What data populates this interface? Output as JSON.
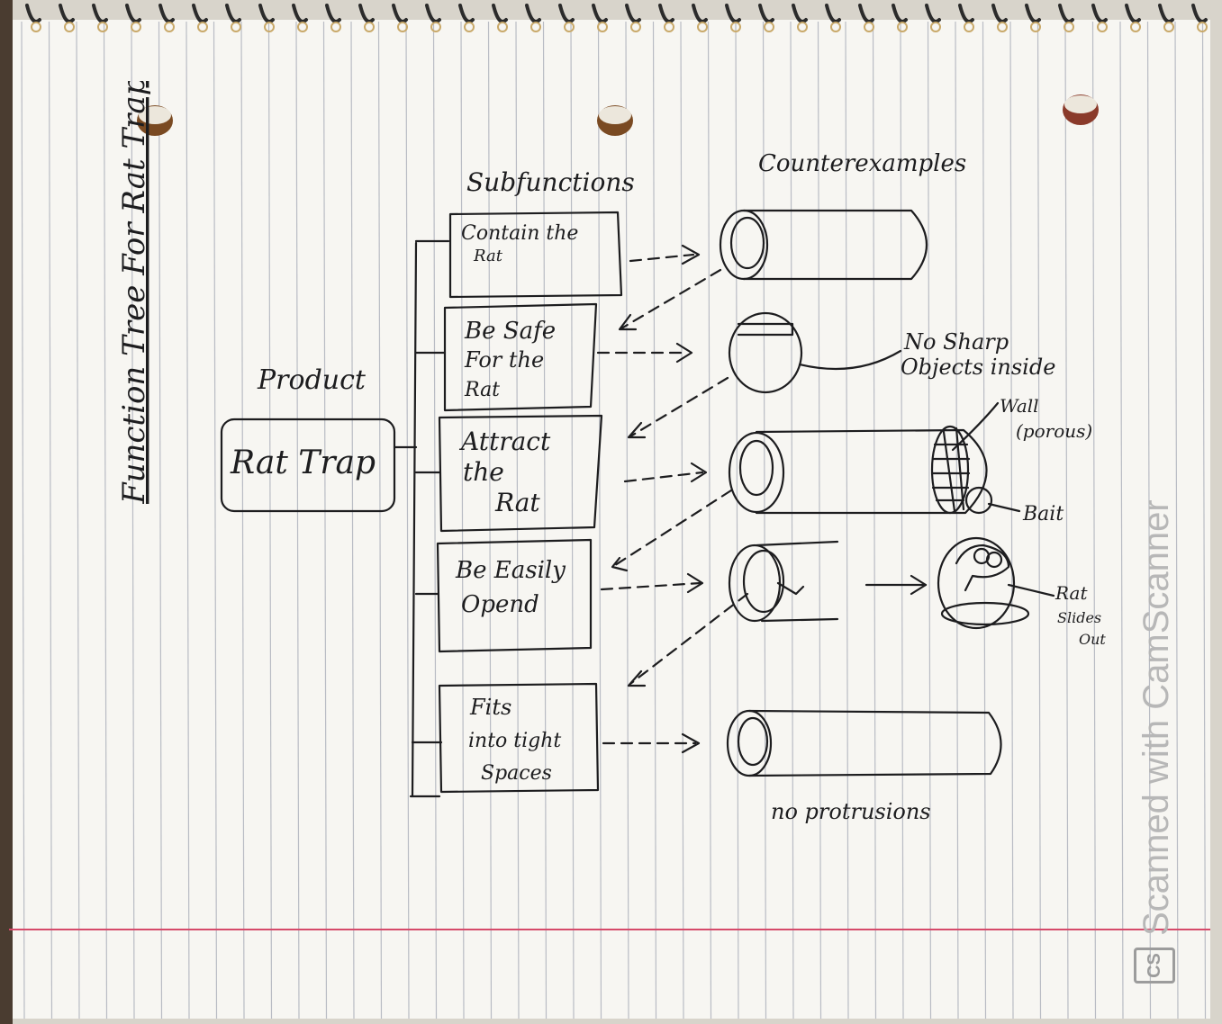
{
  "title": "Function Tree For Rat Trap",
  "headers": {
    "subfunctions": "Subfunctions",
    "counterexamples": "Counterexamples",
    "product": "Product"
  },
  "product_box": "Rat Trap",
  "subfunctions": [
    {
      "line1": "Contain the",
      "line2": "Rat",
      "line3": ""
    },
    {
      "line1": "Be Safe",
      "line2": "For the",
      "line3": "Rat"
    },
    {
      "line1": "Attract",
      "line2": "the",
      "line3": "Rat"
    },
    {
      "line1": "Be Easily",
      "line2": "Opend",
      "line3": ""
    },
    {
      "line1": "Fits",
      "line2": "into tight",
      "line3": "Spaces"
    }
  ],
  "annotations": {
    "no_sharp_1": "No Sharp",
    "no_sharp_2": "Objects inside",
    "wall_1": "Wall",
    "wall_2": "(porous)",
    "bait": "Bait",
    "rat_slides_1": "Rat",
    "rat_slides_2": "Slides",
    "rat_slides_3": "Out",
    "no_protrusions": "no protrusions"
  },
  "watermark": "Scanned with CamScanner",
  "watermark_logo": "CS",
  "colors": {
    "paper": "#f7f6f2",
    "rule_line": "#b9bcc4",
    "margin_line": "#d64a6a",
    "ink": "#1d1d1f",
    "coil": "#2b2b2b"
  }
}
